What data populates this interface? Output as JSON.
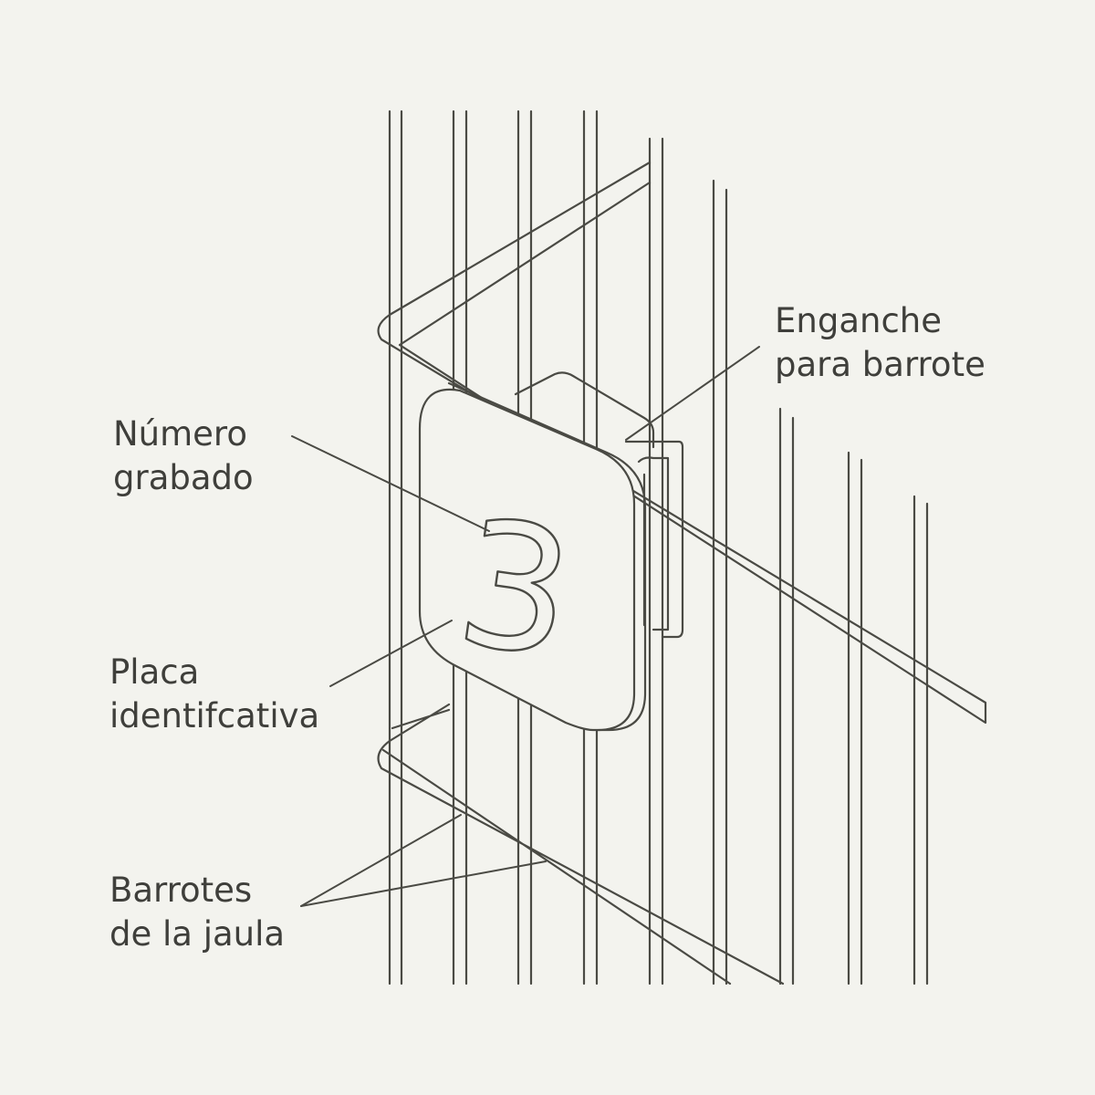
{
  "labels": {
    "numero": {
      "line1": "Número",
      "line2": "grabado"
    },
    "placa": {
      "line1": "Placa",
      "line2": "identifcativa"
    },
    "barrotes": {
      "line1": "Barrotes",
      "line2": "de la jaula"
    },
    "enganche": {
      "line1": "Enganche",
      "line2": "para barrote"
    }
  },
  "plate": {
    "number": "3"
  },
  "colors": {
    "background": "#f3f3ee",
    "stroke": "#4a4a44",
    "text": "#3f3f3b",
    "plate_fill": "#f3f3ee"
  }
}
